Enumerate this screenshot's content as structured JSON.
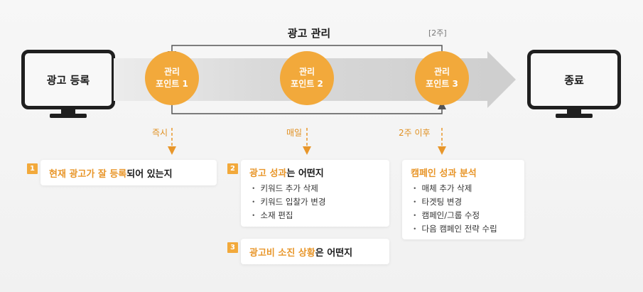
{
  "title": "광고 관리",
  "period_label": "[2주]",
  "start_label": "광고 등록",
  "end_label": "종료",
  "points": [
    {
      "line1": "관리",
      "line2": "포인트 1",
      "timing": "즉시"
    },
    {
      "line1": "관리",
      "line2": "포인트 2",
      "timing": "매일"
    },
    {
      "line1": "관리",
      "line2": "포인트 3",
      "timing": "2주 이후"
    }
  ],
  "cards": [
    {
      "number": "1",
      "parts": {
        "a": "현재 광고가 잘 등록",
        "b": "되어 있는지"
      }
    },
    {
      "number": "2",
      "parts": {
        "a": "광고 성과",
        "b": "는 어떤지"
      },
      "bullets": [
        "키워드 추가 삭제",
        "키워드 입찰가 변경",
        "소재 편집"
      ]
    },
    {
      "number": "3",
      "parts": {
        "a": "광고비 소진 상황",
        "b": "은 어떤지"
      }
    },
    {
      "parts": {
        "a": "캠페인 성과 분석"
      },
      "bullets": [
        "매체 추가 삭제",
        "타겟팅 변경",
        "캠페인/그룹 수정",
        "다음 캠페인 전략 수립"
      ]
    }
  ],
  "colors": {
    "accent": "#f2a93b",
    "accent_text": "#e8962a",
    "timing_text": "#e08f1f",
    "loop_line": "#555555"
  }
}
